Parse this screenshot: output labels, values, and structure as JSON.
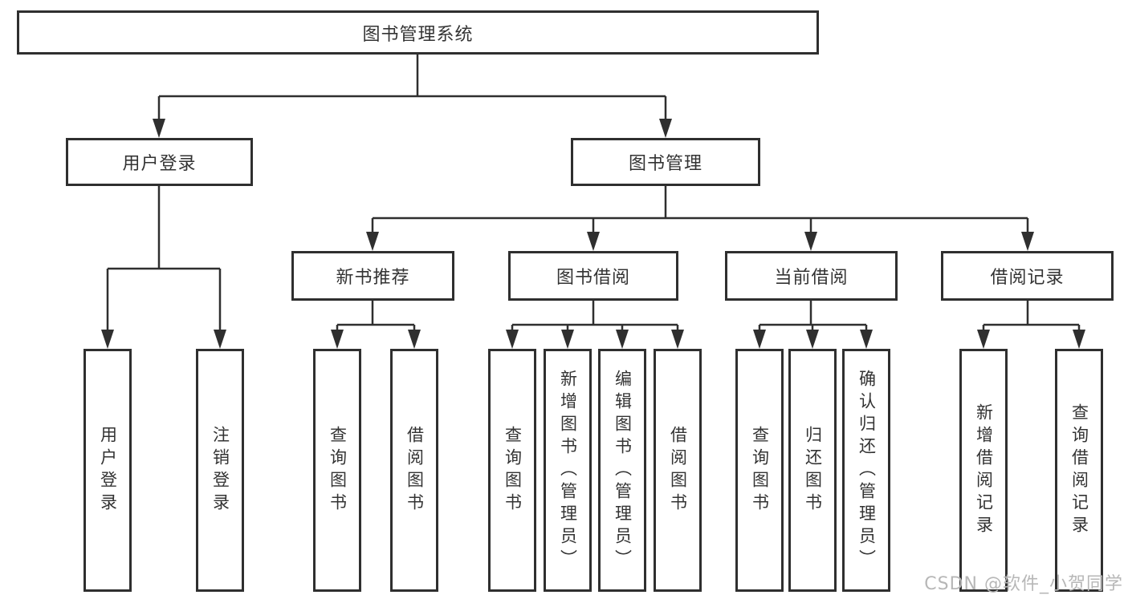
{
  "colors": {
    "line": "#2f2f2f",
    "box_border": "#2f2f2f",
    "text": "#333333",
    "watermark": "#b7b7b7"
  },
  "watermark": {
    "text": "CSDN @软件_小贺同学"
  },
  "tree": {
    "root": {
      "label": "图书管理系统"
    },
    "branches": [
      {
        "label": "用户登录",
        "children": [
          {
            "label": "用户登录"
          },
          {
            "label": "注销登录"
          }
        ]
      },
      {
        "label": "图书管理",
        "children": [
          {
            "label": "新书推荐",
            "children": [
              {
                "label": "查询图书"
              },
              {
                "label": "借阅图书"
              }
            ]
          },
          {
            "label": "图书借阅",
            "children": [
              {
                "label": "查询图书"
              },
              {
                "label": "新增图书（管理员）"
              },
              {
                "label": "编辑图书（管理员）"
              },
              {
                "label": "借阅图书"
              }
            ]
          },
          {
            "label": "当前借阅",
            "children": [
              {
                "label": "查询图书"
              },
              {
                "label": "归还图书"
              },
              {
                "label": "确认归还（管理员）"
              }
            ]
          },
          {
            "label": "借阅记录",
            "children": [
              {
                "label": "新增借阅记录"
              },
              {
                "label": "查询借阅记录"
              }
            ]
          }
        ]
      }
    ]
  }
}
